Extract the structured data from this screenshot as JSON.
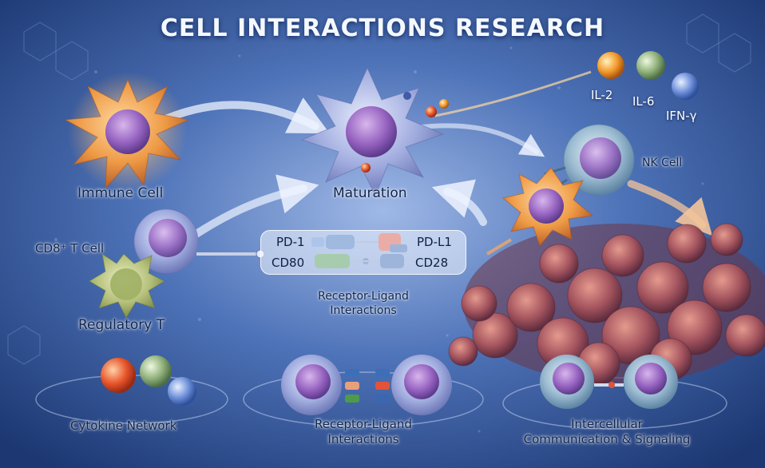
{
  "title": "CELL INTERACTIONS RESEARCH",
  "labels": {
    "immune_cell": "Immune Cell",
    "maturation": "Maturation",
    "cd8_t_cell": "CD8⁺ T Cell",
    "regulatory_t": "Regulatory T",
    "nk_cell": "NK Cell",
    "il2": "IL-2",
    "il6": "IL-6",
    "ifn_gamma": "IFN-γ",
    "receptor_ligand_mid": "Receptor-Ligand\nInteractions",
    "cytokine_network": "Cytokine Network",
    "receptor_ligand_bottom": "Receptor-Ligand\nInteractions",
    "intercellular": "Intercellular\nCommunication & Signaling"
  },
  "receptor_pairs": {
    "pd1": "PD-1",
    "pdl1": "PD-L1",
    "cd80": "CD80",
    "cd28": "CD28"
  },
  "colors": {
    "background": "#2a4f92",
    "immune_cell": "#e9893a",
    "maturation": "#8f98d0",
    "t_cell": "#8f86c9",
    "regulatory_t": "#a8b46a",
    "nk_cell": "#7fa6c4",
    "tumor": "#a2525a",
    "il2": "#f19a2a",
    "il6": "#8fb07a",
    "ifn_gamma": "#6c8ed8",
    "pd1": "#3d6fb8",
    "pdl1": "#e2533a",
    "cd80": "#4e9a4b",
    "cd28": "#3b66b0"
  }
}
